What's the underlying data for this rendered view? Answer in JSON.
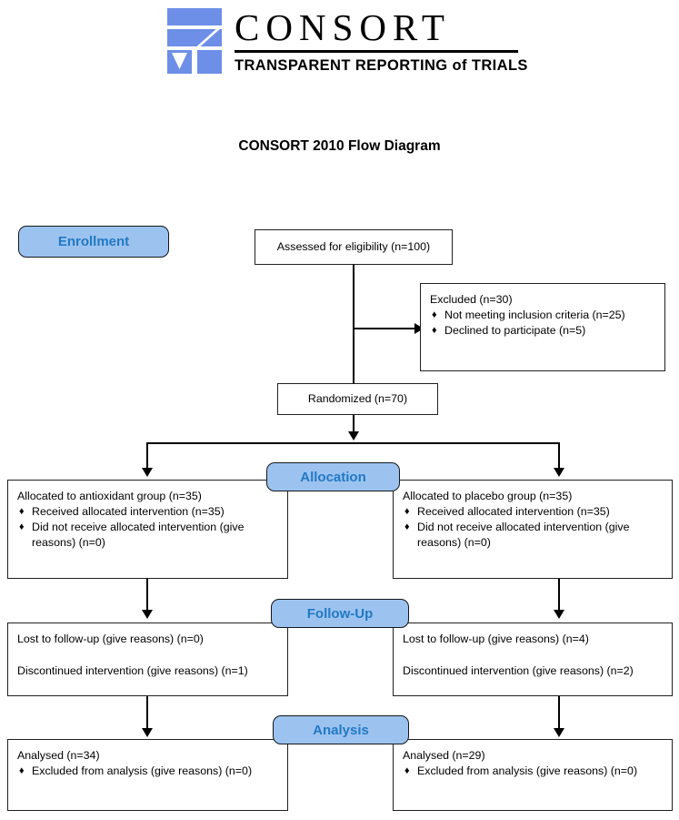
{
  "logo": {
    "wordmark": "CONSORT",
    "tagline": "TRANSPARENT REPORTING of TRIALS",
    "mark_color": "#6d8fe8"
  },
  "title": "CONSORT 2010 Flow Diagram",
  "colors": {
    "badge_fill": "#9cc3f0",
    "badge_text": "#2279c3",
    "box_border": "#231f20",
    "connector": "#000000"
  },
  "stages": {
    "enrollment": "Enrollment",
    "allocation": "Allocation",
    "followup": "Follow-Up",
    "analysis": "Analysis"
  },
  "enrollment": {
    "assessed": "Assessed for eligibility (n=100)",
    "excluded": {
      "heading": "Excluded  (n=30)",
      "items": [
        "Not meeting inclusion criteria (n=25)",
        "Declined to participate (n=5)"
      ]
    },
    "randomized": "Randomized (n=70)"
  },
  "allocation": {
    "left": {
      "heading": "Allocated to antioxidant group (n=35)",
      "items": [
        "Received allocated intervention (n=35)",
        "Did not receive allocated intervention (give reasons) (n=0)"
      ]
    },
    "right": {
      "heading": "Allocated to placebo group (n=35)",
      "items": [
        "Received allocated intervention (n=35)",
        "Did not receive allocated intervention (give reasons) (n=0)"
      ]
    }
  },
  "followup": {
    "left": {
      "lost": "Lost to follow-up (give reasons) (n=0)",
      "discontinued": "Discontinued intervention (give reasons) (n=1)"
    },
    "right": {
      "lost": "Lost to follow-up (give reasons) (n=4)",
      "discontinued": "Discontinued intervention (give reasons) (n=2)"
    }
  },
  "analysis": {
    "left": {
      "heading": "Analysed  (n=34)",
      "items": [
        "Excluded from analysis (give reasons) (n=0)"
      ]
    },
    "right": {
      "heading": "Analysed  (n=29)",
      "items": [
        "Excluded from analysis (give reasons) (n=0)"
      ]
    }
  },
  "bullet_glyph": "♦"
}
